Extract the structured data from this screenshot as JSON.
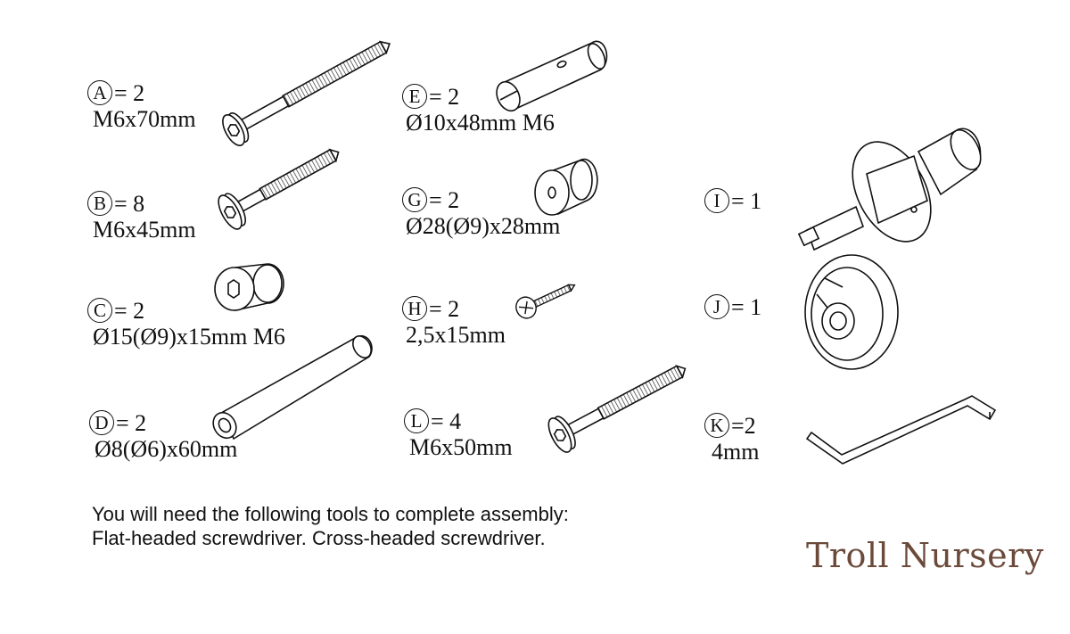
{
  "parts": {
    "A": {
      "letter": "A",
      "qty": "= 2",
      "spec": "M6x70mm",
      "icon": "bolt-long-icon"
    },
    "B": {
      "letter": "B",
      "qty": "= 8",
      "spec": "M6x45mm",
      "icon": "bolt-medium-icon"
    },
    "C": {
      "letter": "C",
      "qty": "= 2",
      "spec": "Ø15(Ø9)x15mm M6",
      "icon": "barrel-nut-icon"
    },
    "D": {
      "letter": "D",
      "qty": "= 2",
      "spec": "Ø8(Ø6)x60mm",
      "icon": "dowel-tube-icon"
    },
    "E": {
      "letter": "E",
      "qty": "= 2",
      "spec": "Ø10x48mm M6",
      "icon": "cross-dowel-icon"
    },
    "G": {
      "letter": "G",
      "qty": "= 2",
      "spec": "Ø28(Ø9)x28mm",
      "icon": "spacer-cylinder-icon"
    },
    "H": {
      "letter": "H",
      "qty": "= 2",
      "spec": "2,5x15mm",
      "icon": "wood-screw-icon"
    },
    "L": {
      "letter": "L",
      "qty": "= 4",
      "spec": "M6x50mm",
      "icon": "bolt-short-icon"
    },
    "I": {
      "letter": "I",
      "qty": "= 1",
      "spec": "",
      "icon": "hinge-mechanism-icon"
    },
    "J": {
      "letter": "J",
      "qty": "= 1",
      "spec": "",
      "icon": "rosette-cap-icon"
    },
    "K": {
      "letter": "K",
      "qty": "=2",
      "spec": "4mm",
      "icon": "allen-key-icon"
    }
  },
  "tools": {
    "line1": "You will need the following tools to complete assembly:",
    "line2": "Flat-headed screwdriver. Cross-headed screwdriver."
  },
  "brand": "Troll Nursery"
}
